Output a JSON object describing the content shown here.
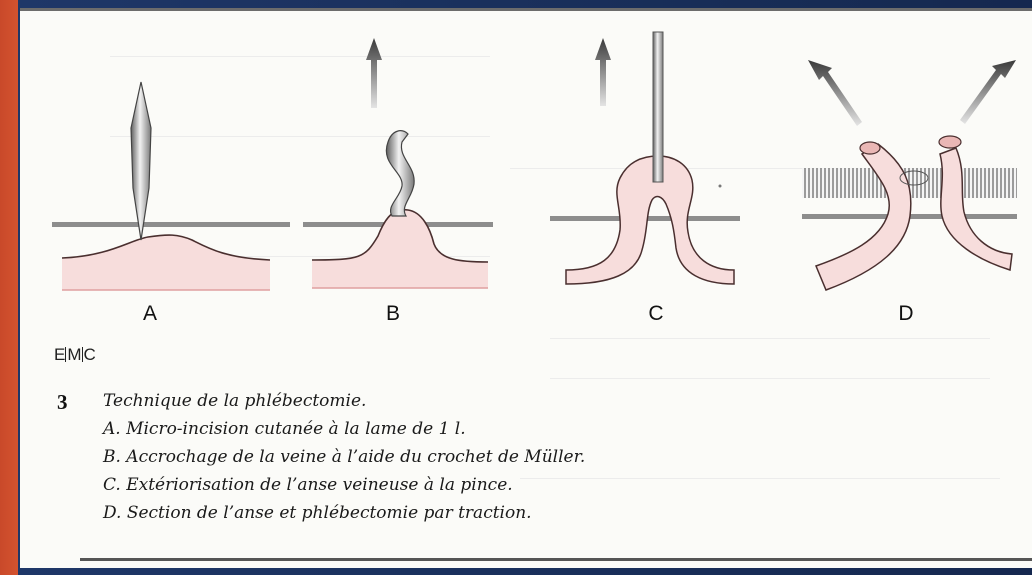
{
  "figure": {
    "panels": [
      {
        "id": "A",
        "label": "A"
      },
      {
        "id": "B",
        "label": "B"
      },
      {
        "id": "C",
        "label": "C"
      },
      {
        "id": "D",
        "label": "D"
      }
    ],
    "colors": {
      "skin": "#f6dcdb",
      "skin_outline": "#5a3a3a",
      "skin_border": "#e59b9b",
      "instrument": "#9a9a9a",
      "frame_left": "#d4532f",
      "frame_bg": "#1e3768"
    }
  },
  "publisher_logo": "EMC",
  "caption": {
    "number": "3",
    "title": "Technique de la phlébectomie.",
    "items": [
      "A. Micro-incision cutanée à la lame de 1 l.",
      "B. Accrochage de la veine à l’aide du crochet de Müller.",
      "C. Extériorisation de l’anse veineuse à la pince.",
      "D. Section de l’anse et phlébectomie par traction."
    ]
  }
}
